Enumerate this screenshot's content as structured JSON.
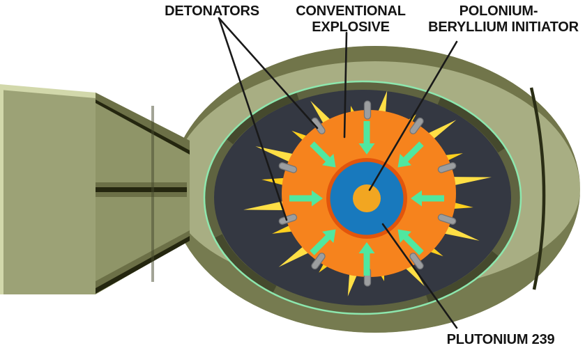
{
  "labels": {
    "detonators": "DETONATORS",
    "conventional_explosive": [
      "CONVENTIONAL",
      "EXPLOSIVE"
    ],
    "initiator": [
      "POLONIUM-",
      "BERYLLIUM INITIATOR"
    ],
    "plutonium": "PLUTONIUM 239"
  },
  "colors": {
    "background": "#FFFFFF",
    "casing_light": "#A8AE83",
    "casing_dark": "#767B50",
    "casing_shadow": "#71754A",
    "casing_highlight": "#D2D8AB",
    "tail_box_face": "#9CA276",
    "cone_face": "#8F9568",
    "cone_shadow": "#6C7047",
    "outline_dark": "#24260F",
    "nose_seam": "#2A2D15",
    "cutaway_interior": "#343842",
    "bevel_ring": "#5F6340",
    "bevel_dark": "#45492D",
    "mint_ring": "#8DE7AE",
    "spike_yellow_light": "#FFDF45",
    "spike_yellow_deep": "#FFD01E",
    "explosive_orange": "#F6831D",
    "core_rim": "#E2550C",
    "plutonium_blue": "#1879BD",
    "initiator_gold": "#F2A621",
    "arrow_green": "#50E7A0",
    "detonator_gray": "#9C9EA0",
    "detonator_outline": "#737578",
    "leader_line": "#191919",
    "label_text": "#141414"
  },
  "diagram": {
    "detonator_count": 10,
    "spike_count": 20,
    "implosion_arrow_count": 8
  }
}
